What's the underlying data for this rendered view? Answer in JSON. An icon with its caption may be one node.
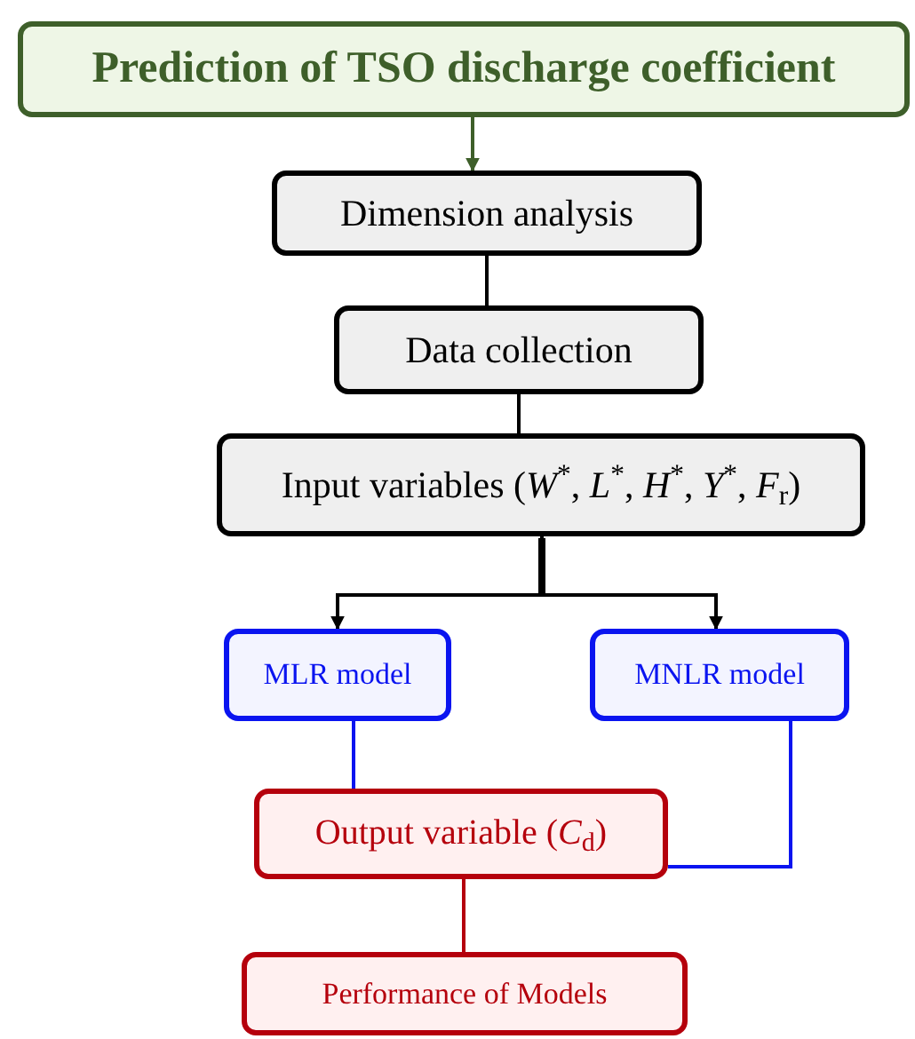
{
  "diagram": {
    "nodes": [
      {
        "text": [
          "Prediction of TSO discharge coefficient"
        ]
      },
      {
        "text": [
          "Dimension analysis"
        ]
      },
      {
        "text": [
          "Data collection"
        ]
      },
      {
        "text": [
          "Input variables (*W*$^{*}$, *L*$^{*}$, *H*$^{*}$, *Y*$^{*}$, *F*$_{r}$)"
        ]
      },
      {
        "text": [
          "MLR model"
        ]
      },
      {
        "text": [
          "MNLR model"
        ]
      },
      {
        "text": [
          "Output variable (*C*$_{d}$)"
        ]
      },
      {
        "text": [
          "Performance of Models"
        ]
      }
    ],
    "edges": [
      {
        "from": 0,
        "to": 1,
        "arrow": "to",
        "color": "#3e5f2a"
      },
      {
        "from": 1,
        "to": 2,
        "arrow": "none"
      },
      {
        "from": 2,
        "to": 3,
        "arrow": "none"
      },
      {
        "from": 3,
        "to": 4,
        "arrow": "to"
      },
      {
        "from": 3,
        "to": 5,
        "arrow": "to"
      },
      {
        "from": 4,
        "to": 6,
        "arrow": "none",
        "color": "#0a14f0"
      },
      {
        "from": 5,
        "to": 6,
        "arrow": "none",
        "color": "#0a14f0"
      },
      {
        "from": 6,
        "to": 7,
        "arrow": "none",
        "color": "#b5000c"
      }
    ]
  }
}
